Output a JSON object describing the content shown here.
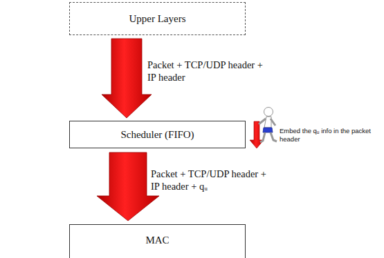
{
  "diagram": {
    "nodes": [
      {
        "text": [
          "Upper Layers"
        ]
      },
      {
        "text": [
          "Scheduler (FIFO)"
        ]
      },
      {
        "text": [
          "MAC"
        ]
      }
    ],
    "edges": [
      {
        "from": 0,
        "to": 1,
        "label": "Packet + TCP/UDP header + IP header",
        "arrow": "to"
      },
      {
        "from": 1,
        "to": 2,
        "label": "Packet + TCP/UDP header + IP header + qᵤ",
        "arrow": "to"
      }
    ],
    "labels": [
      "Embed the qᵤ info in the packet header"
    ]
  }
}
